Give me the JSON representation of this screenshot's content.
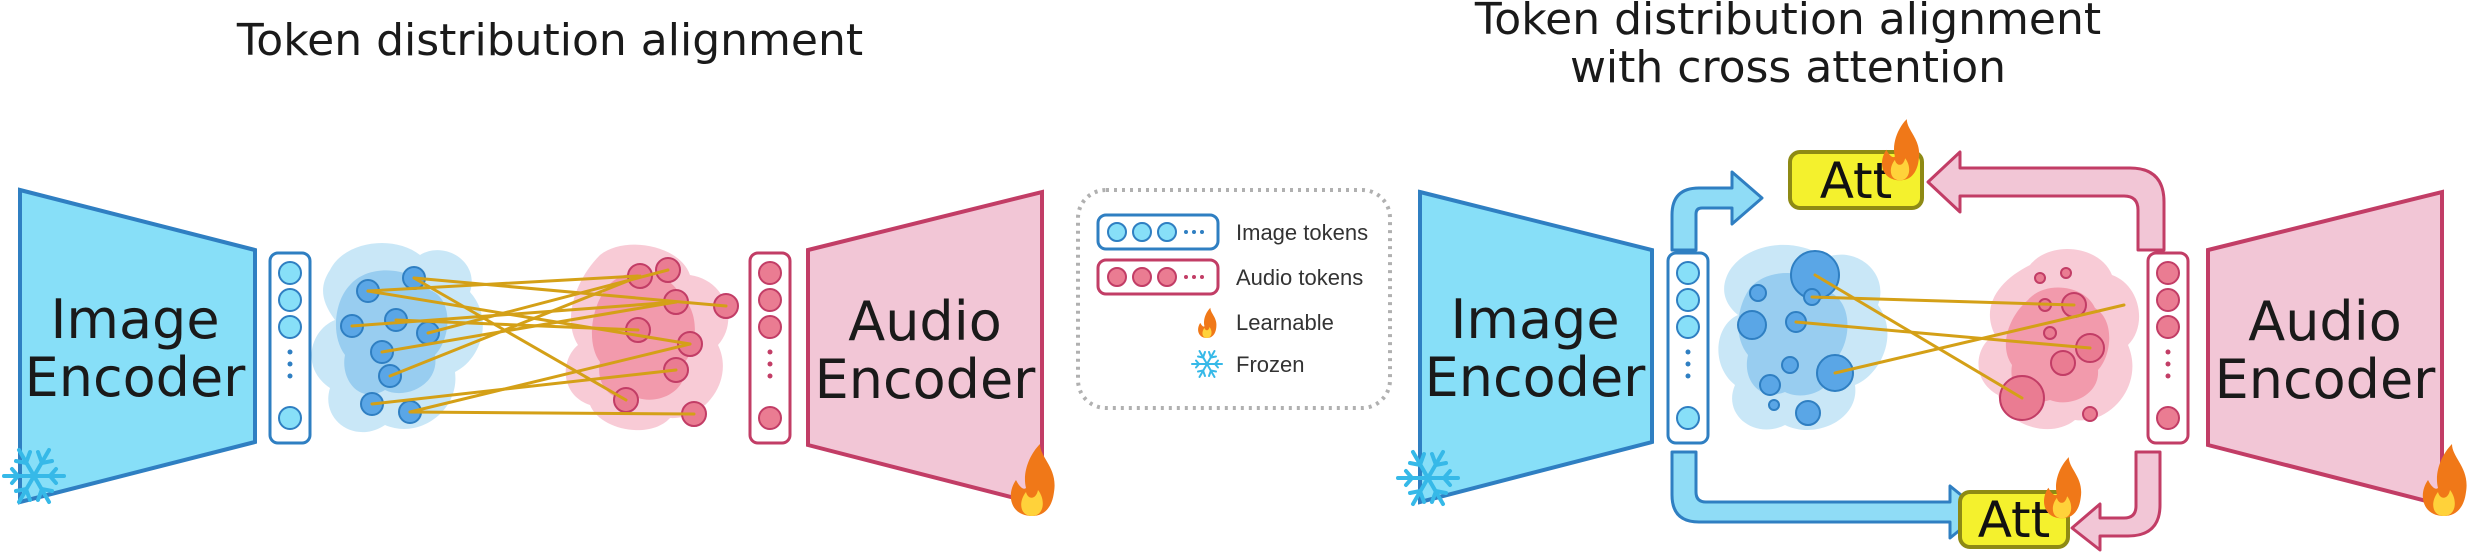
{
  "left_panel": {
    "title": "Token distribution alignment",
    "image_encoder": [
      "Image",
      "Encoder"
    ],
    "audio_encoder": [
      "Audio",
      "Encoder"
    ]
  },
  "right_panel": {
    "title": [
      "Token distribution alignment",
      "with cross attention"
    ],
    "image_encoder": [
      "Image",
      "Encoder"
    ],
    "audio_encoder": [
      "Audio",
      "Encoder"
    ],
    "att_top": "Att",
    "att_bottom": "Att"
  },
  "legend": {
    "image_tokens": "Image tokens",
    "audio_tokens": "Audio tokens",
    "learnable": "Learnable",
    "frozen": "Frozen"
  },
  "colors": {
    "image": "#87dff8",
    "image_stroke": "#2f7fc2",
    "audio": "#f2c6d6",
    "audio_stroke": "#c23d66",
    "link": "#d4a017",
    "att_fill": "#f4f12d",
    "att_stroke": "#8e8a14"
  },
  "icons": {
    "learnable": "flame-icon",
    "frozen": "snowflake-icon"
  }
}
